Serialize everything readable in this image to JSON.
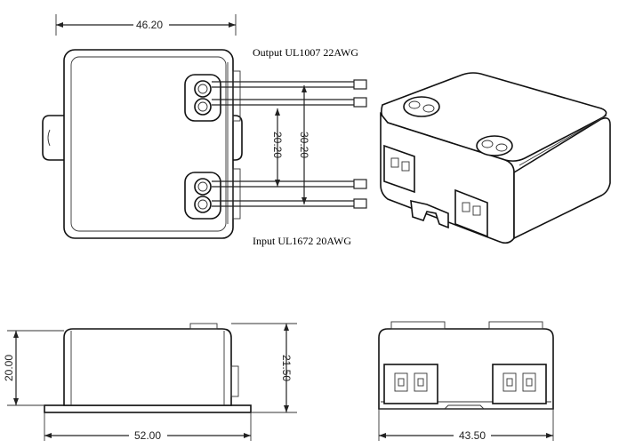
{
  "top_view": {
    "width_dim": "46.20",
    "output_label": "Output UL1007 22AWG",
    "input_label": "Input UL1672 20AWG",
    "pitch_inner_dim": "20.20",
    "pitch_outer_dim": "30.20"
  },
  "side_view": {
    "length_dim": "52.00",
    "height_body_dim": "20.00",
    "height_total_dim": "21.50"
  },
  "end_view": {
    "width_dim": "43.50"
  }
}
